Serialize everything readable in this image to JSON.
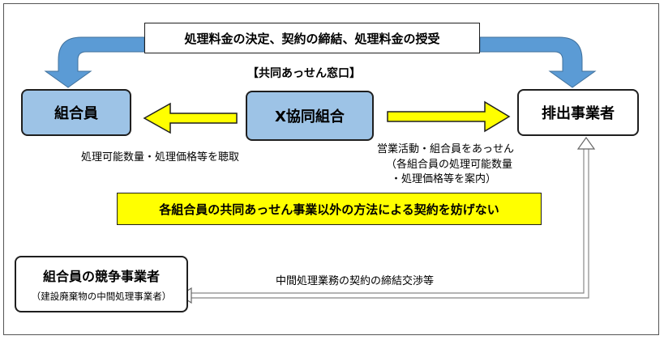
{
  "top_label": "処理料金の決定、契約の締結、処理料金の授受",
  "window_label": "【共同あっせん窓口】",
  "nodes": {
    "member": "組合員",
    "coop": "X協同組合",
    "discharger": "排出事業者",
    "competitor_title": "組合員の競争事業者",
    "competitor_sub": "（建設廃棄物の中間処理事業者）"
  },
  "labels": {
    "hearing": "処理可能数量・処理価格等を聴取",
    "sales_line1": "営業活動・組合員をあっせん",
    "sales_line2": "（各組合員の処理可能数量",
    "sales_line3": "・処理価格等を案内）",
    "warning": "各組合員の共同あっせん事業以外の方法による契約を妨げない",
    "negotiation": "中間処理業務の契約の締結交渉等"
  },
  "colors": {
    "member_fill": "#9dc3e6",
    "arrow_blue": "#5b9bd5",
    "arrow_yellow": "#ffff00",
    "warning_fill": "#ffff00"
  }
}
